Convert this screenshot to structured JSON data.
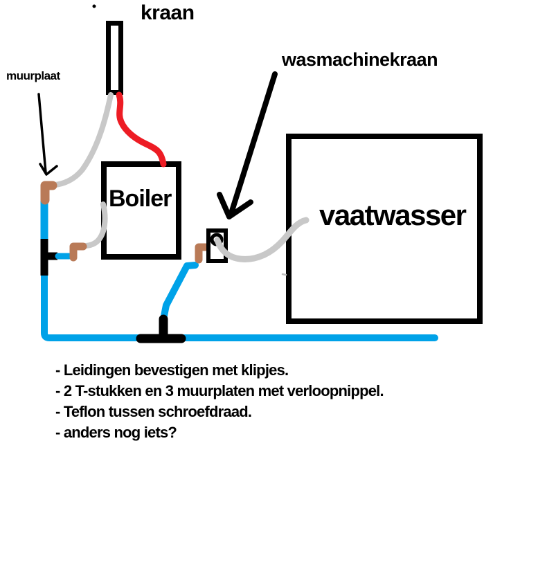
{
  "diagram": {
    "labels": {
      "kraan": "kraan",
      "muurplaat": "muurplaat",
      "wasmachinekraan": "wasmachinekraan",
      "boiler": "Boiler",
      "vaatwasser": "vaatwasser"
    },
    "notes": [
      "- Leidingen bevestigen met klipjes.",
      "- 2 T-stukken en 3 muurplaten met verloopnippel.",
      "- Teflon tussen schroefdraad.",
      "- anders nog iets?"
    ],
    "colors": {
      "cold_water_pipe": "#00A2E8",
      "hot_water_pipe": "#ED1C24",
      "flexible_hose": "#C8C8C8",
      "stray_mark": "#BDBDBD",
      "wallplate_fitting": "#B97A57",
      "outline": "#000000",
      "box_fill": "#FFFFFF"
    }
  }
}
